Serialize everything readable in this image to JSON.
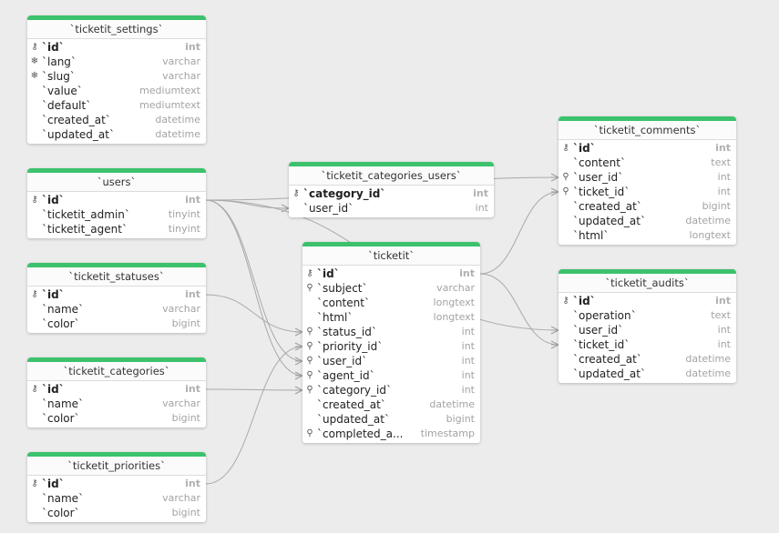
{
  "tables": [
    {
      "key": "settings",
      "title": "`ticketit_settings`",
      "columns": [
        {
          "name": "`id`",
          "type": "int",
          "icon": "key"
        },
        {
          "name": "`lang`",
          "type": "varchar",
          "icon": "unique"
        },
        {
          "name": "`slug`",
          "type": "varchar",
          "icon": "unique"
        },
        {
          "name": "`value`",
          "type": "mediumtext",
          "icon": ""
        },
        {
          "name": "`default`",
          "type": "mediumtext",
          "icon": ""
        },
        {
          "name": "`created_at`",
          "type": "datetime",
          "icon": ""
        },
        {
          "name": "`updated_at`",
          "type": "datetime",
          "icon": ""
        }
      ]
    },
    {
      "key": "users",
      "title": "`users`",
      "columns": [
        {
          "name": "`id`",
          "type": "int",
          "icon": "key"
        },
        {
          "name": "`ticketit_admin`",
          "type": "tinyint",
          "icon": ""
        },
        {
          "name": "`ticketit_agent`",
          "type": "tinyint",
          "icon": ""
        }
      ]
    },
    {
      "key": "statuses",
      "title": "`ticketit_statuses`",
      "columns": [
        {
          "name": "`id`",
          "type": "int",
          "icon": "key"
        },
        {
          "name": "`name`",
          "type": "varchar",
          "icon": ""
        },
        {
          "name": "`color`",
          "type": "bigint",
          "icon": ""
        }
      ]
    },
    {
      "key": "categories",
      "title": "`ticketit_categories`",
      "columns": [
        {
          "name": "`id`",
          "type": "int",
          "icon": "key"
        },
        {
          "name": "`name`",
          "type": "varchar",
          "icon": ""
        },
        {
          "name": "`color`",
          "type": "bigint",
          "icon": ""
        }
      ]
    },
    {
      "key": "priorities",
      "title": "`ticketit_priorities`",
      "columns": [
        {
          "name": "`id`",
          "type": "int",
          "icon": "key"
        },
        {
          "name": "`name`",
          "type": "varchar",
          "icon": ""
        },
        {
          "name": "`color`",
          "type": "bigint",
          "icon": ""
        }
      ]
    },
    {
      "key": "cat_users",
      "title": "`ticketit_categories_users`",
      "columns": [
        {
          "name": "`category_id`",
          "type": "int",
          "icon": "key"
        },
        {
          "name": "`user_id`",
          "type": "int",
          "icon": ""
        }
      ]
    },
    {
      "key": "ticketit",
      "title": "`ticketit`",
      "columns": [
        {
          "name": "`id`",
          "type": "int",
          "icon": "key"
        },
        {
          "name": "`subject`",
          "type": "varchar",
          "icon": "index"
        },
        {
          "name": "`content`",
          "type": "longtext",
          "icon": ""
        },
        {
          "name": "`html`",
          "type": "longtext",
          "icon": ""
        },
        {
          "name": "`status_id`",
          "type": "int",
          "icon": "index"
        },
        {
          "name": "`priority_id`",
          "type": "int",
          "icon": "index"
        },
        {
          "name": "`user_id`",
          "type": "int",
          "icon": "index"
        },
        {
          "name": "`agent_id`",
          "type": "int",
          "icon": "index"
        },
        {
          "name": "`category_id`",
          "type": "int",
          "icon": "index"
        },
        {
          "name": "`created_at`",
          "type": "datetime",
          "icon": ""
        },
        {
          "name": "`updated_at`",
          "type": "bigint",
          "icon": ""
        },
        {
          "name": "`completed_a...",
          "type": "timestamp",
          "icon": "index"
        }
      ]
    },
    {
      "key": "comments",
      "title": "`ticketit_comments`",
      "columns": [
        {
          "name": "`id`",
          "type": "int",
          "icon": "key"
        },
        {
          "name": "`content`",
          "type": "text",
          "icon": ""
        },
        {
          "name": "`user_id`",
          "type": "int",
          "icon": "index"
        },
        {
          "name": "`ticket_id`",
          "type": "int",
          "icon": "index"
        },
        {
          "name": "`created_at`",
          "type": "bigint",
          "icon": ""
        },
        {
          "name": "`updated_at`",
          "type": "datetime",
          "icon": ""
        },
        {
          "name": "`html`",
          "type": "longtext",
          "icon": ""
        }
      ]
    },
    {
      "key": "audits",
      "title": "`ticketit_audits`",
      "columns": [
        {
          "name": "`id`",
          "type": "int",
          "icon": "key"
        },
        {
          "name": "`operation`",
          "type": "text",
          "icon": ""
        },
        {
          "name": "`user_id`",
          "type": "int",
          "icon": ""
        },
        {
          "name": "`ticket_id`",
          "type": "int",
          "icon": ""
        },
        {
          "name": "`created_at`",
          "type": "datetime",
          "icon": ""
        },
        {
          "name": "`updated_at`",
          "type": "datetime",
          "icon": ""
        }
      ]
    }
  ],
  "icon_glyphs": {
    "key": "⚷",
    "unique": "❄",
    "index": "⚲"
  },
  "colors": {
    "header_accent": "#3cc26d",
    "link_line": "#a9a9a9",
    "canvas": "#ececec"
  }
}
